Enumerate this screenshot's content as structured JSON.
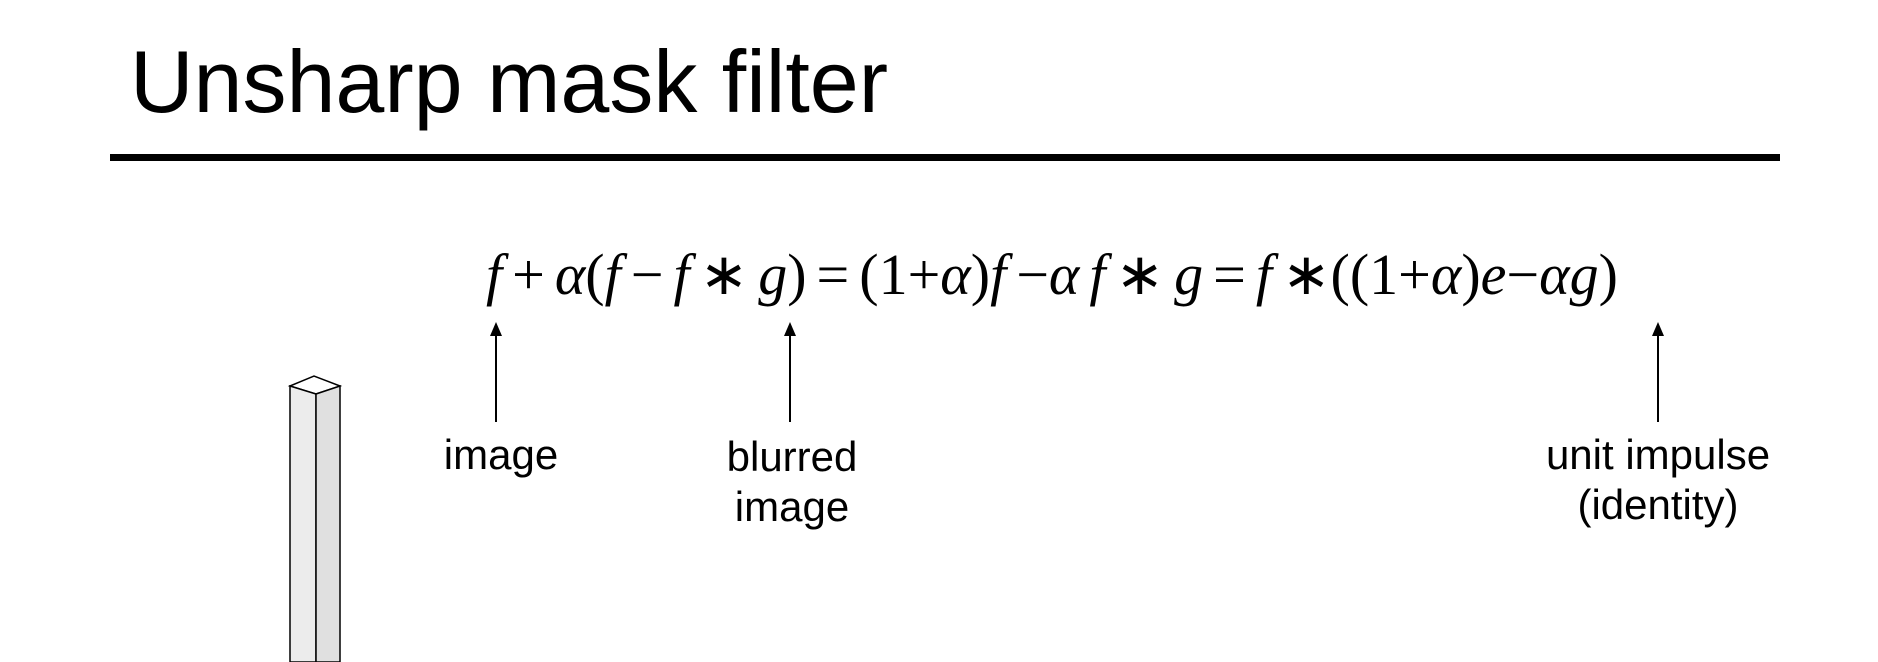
{
  "slide": {
    "title": "Unsharp mask filter"
  },
  "equation": {
    "text": "f + α(f − f ∗ g) = (1+α) f − α f ∗ g = f ∗ ((1+α)e − αg)"
  },
  "annotations": {
    "image": "image",
    "blurred_line1": "blurred",
    "blurred_line2": "image",
    "impulse_line1": "unit impulse",
    "impulse_line2": "(identity)"
  },
  "icons": {
    "arrow": "up-arrow-icon",
    "bar": "unit-impulse-bar-icon"
  }
}
